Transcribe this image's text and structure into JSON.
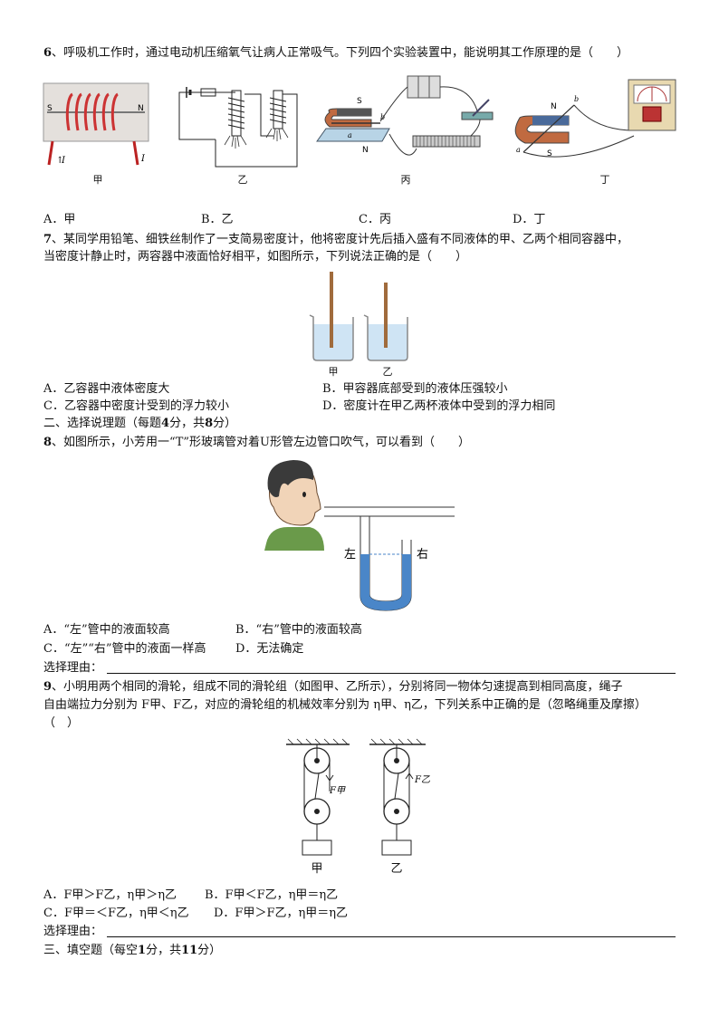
{
  "q6": {
    "num": "6",
    "stem": "、呼吸机工作时，通过电动机压缩氧气让病人正常吸气。下列四个实验装置中，能说明其工作原理的是（　　）",
    "captions": [
      "甲",
      "乙",
      "丙",
      "丁"
    ],
    "options": [
      "A．甲",
      "B．乙",
      "C．丙",
      "D．丁"
    ],
    "fig_labels": {
      "s": "S",
      "n": "N",
      "i": "I",
      "a": "a",
      "b": "b"
    }
  },
  "q7": {
    "num": "7",
    "stem1": "、某同学用铅笔、细铁丝制作了一支简易密度计，他将密度计先后插入盛有不同液体的甲、乙两个相同容器中，",
    "stem2": "当密度计静止时，两容器中液面恰好相平，如图所示，下列说法正确的是（　　）",
    "captions": [
      "甲",
      "乙"
    ],
    "options": [
      "A．乙容器中液体密度大",
      "B．甲容器底部受到的液体压强较小",
      "C．乙容器中密度计受到的浮力较小",
      "D．密度计在甲乙两杯液体中受到的浮力相同"
    ]
  },
  "section2": {
    "prefix": "二、选择说理题（每题",
    "n1": "4",
    "mid": "分，共",
    "n2": "8",
    "suffix": "分）"
  },
  "q8": {
    "num": "8",
    "stem": "、如图所示，小芳用一“T”形玻璃管对着U形管左边管口吹气，可以看到（　　）",
    "left_label": "左",
    "right_label": "右",
    "options": [
      "A．“左”管中的液面较高",
      "B．“右”管中的液面较高",
      "C．“左”“右”管中的液面一样高",
      "D．无法确定"
    ],
    "reason_label": "选择理由："
  },
  "q9": {
    "num": "9",
    "stem1": "、小明用两个相同的滑轮，组成不同的滑轮组（如图甲、乙所示），分别将同一物体匀速提高到相同高度，绳子",
    "stem2": "自由端拉力分别为 F甲、F乙，对应的滑轮组的机械效率分别为 η甲、η乙，下列关系中正确的是（忽略绳重及摩擦）",
    "stem3": "（　）",
    "force_labels": [
      "F甲",
      "F乙"
    ],
    "captions": [
      "甲",
      "乙"
    ],
    "options": [
      "A．F甲＞F乙，η甲＞η乙",
      "B．F甲＜F乙，η甲＝η乙",
      "C．F甲＝＜F乙，η甲＜η乙",
      "D．F甲＞F乙，η甲＝η乙"
    ],
    "reason_label": "选择理由："
  },
  "section3": {
    "prefix": "三、填空题（每空",
    "n1": "1",
    "mid": "分，共",
    "n2": "11",
    "suffix": "分）"
  }
}
